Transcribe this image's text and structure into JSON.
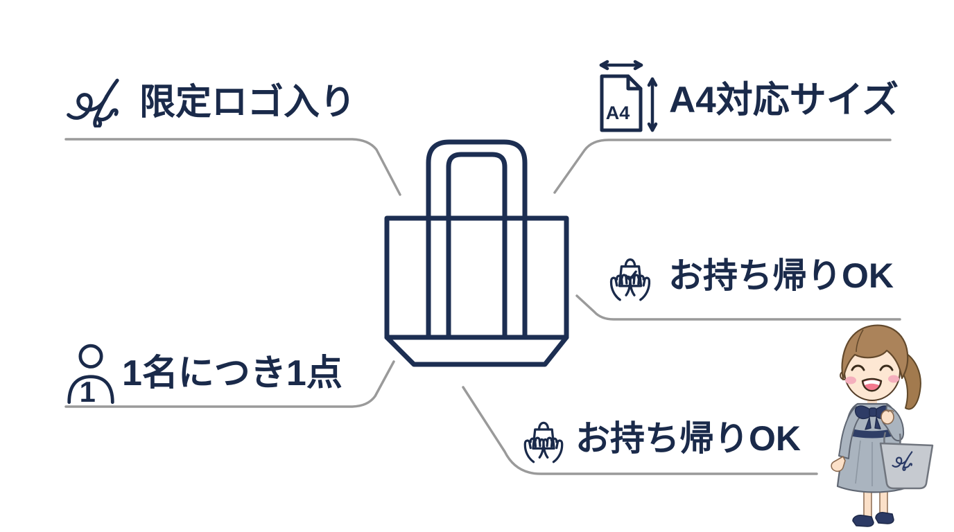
{
  "page": {
    "background": "#ffffff"
  },
  "palette": {
    "navy_text": "#1a2a4a",
    "navy_outline": "#1c2e52",
    "callout_line_gray": "#9a9a9a",
    "illustration_dress_gray": "#aab4bf",
    "illustration_bag_gray": "#c6cad0",
    "illustration_hair_brown": "#ab835a"
  },
  "features": [
    {
      "label": "限定ロゴ入り",
      "icon": "script-a-monogram-icon",
      "position": "top-left"
    },
    {
      "label": "A4対応サイズ",
      "icon": "a4-paper-size-icon",
      "position": "top-right"
    },
    {
      "label": "お持ち帰りOK",
      "icon": "hands-holding-bag-check-icon",
      "position": "middle-right"
    },
    {
      "label": "1名につき1点",
      "icon": "person-one-icon",
      "position": "bottom-left"
    },
    {
      "label": "お持ち帰りOK",
      "icon": "hands-holding-bag-icon",
      "position": "bottom-center"
    }
  ],
  "icon_labels": {
    "a4_paper": "A4",
    "person_count": "1"
  },
  "center_graphic": {
    "name": "tote-bag-outline-drawing"
  },
  "illustration": {
    "name": "woman-holding-tote-bag",
    "bag_monogram": "A"
  }
}
